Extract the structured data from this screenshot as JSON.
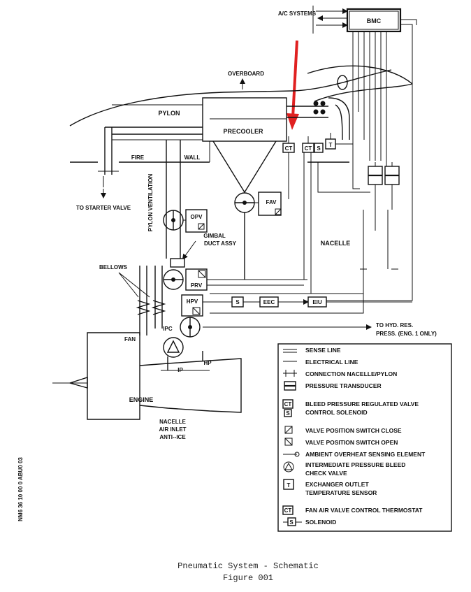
{
  "labels": {
    "ac_systems": "A/C SYSTEMS",
    "bmc": "BMC",
    "overboard": "OVERBOARD",
    "pylon": "PYLON",
    "precooler": "PRECOOLER",
    "fire": "FIRE",
    "wall": "WALL",
    "to_starter_valve": "TO STARTER VALVE",
    "pylon_ventilation": "PYLON VENTILATION",
    "opv": "OPV",
    "fav": "FAV",
    "gimbal": "GIMBAL",
    "duct_assy": "DUCT ASSY",
    "nacelle": "NACELLE",
    "bellows": "BELLOWS",
    "prv": "PRV",
    "hpv": "HPV",
    "s": "S",
    "eec": "EEC",
    "eiu": "EIU",
    "ct": "CT",
    "t": "T",
    "to_hyd_res": "TO HYD. RES.",
    "press_eng": "PRESS. (ENG. 1 ONLY)",
    "fan": "FAN",
    "ipc": "IPC",
    "ip": "IP",
    "hp": "HP",
    "engine": "ENGINE",
    "nacelle_air_inlet": "NACELLE",
    "air_inlet": "AIR INLET",
    "anti_ice": "ANTI--ICE",
    "side_code": "NM6 36 10 00 0 ABU0 03"
  },
  "legend": {
    "items": [
      {
        "symbol": "sense-line",
        "text": "SENSE LINE"
      },
      {
        "symbol": "electrical-line",
        "text": "ELECTRICAL LINE"
      },
      {
        "symbol": "connection",
        "text": "CONNECTION NACELLE/PYLON"
      },
      {
        "symbol": "pressure-transducer",
        "text": "PRESSURE TRANSDUCER"
      },
      {
        "symbol": "ct-s",
        "text": "BLEED PRESSURE REGULATED VALVE",
        "text2": "CONTROL SOLENOID"
      },
      {
        "symbol": "switch-close",
        "text": "VALVE POSITION SWITCH CLOSE"
      },
      {
        "symbol": "switch-open",
        "text": "VALVE POSITION SWITCH OPEN"
      },
      {
        "symbol": "overheat",
        "text": "AMBIENT OVERHEAT SENSING ELEMENT"
      },
      {
        "symbol": "check-valve",
        "text": "INTERMEDIATE PRESSURE BLEED",
        "text2": "CHECK VALVE"
      },
      {
        "symbol": "t-sensor",
        "text": "EXCHANGER OUTLET",
        "text2": "TEMPERATURE SENSOR"
      },
      {
        "symbol": "ct",
        "text": "FAN AIR VALVE CONTROL THERMOSTAT"
      },
      {
        "symbol": "solenoid",
        "text": "SOLENOID"
      }
    ]
  },
  "caption": {
    "title": "Pneumatic System - Schematic",
    "figure": "Figure 001"
  },
  "colors": {
    "line": "#111111",
    "arrow": "#e02020",
    "background": "#ffffff"
  }
}
